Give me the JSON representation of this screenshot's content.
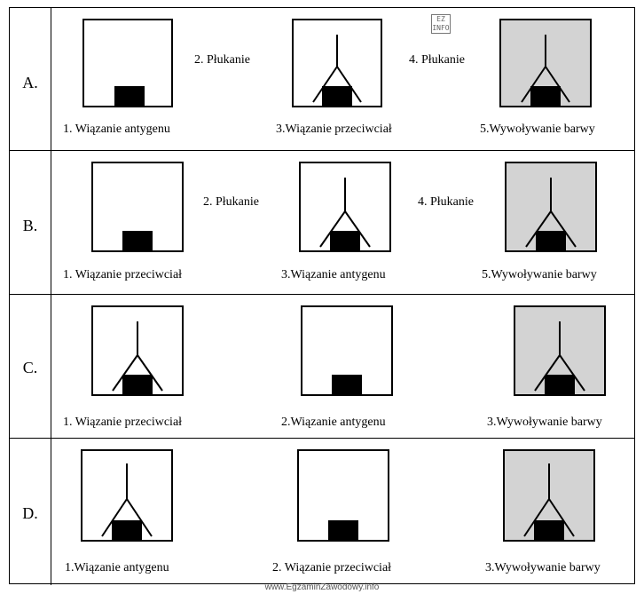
{
  "rows": [
    {
      "letter": "A.",
      "captions": [
        "1.  Wiązanie antygenu",
        "3.Wiązanie przeciwciał",
        "5.Wywoływanie barwy"
      ],
      "washes": [
        "2. Płukanie",
        "4. Płukanie"
      ]
    },
    {
      "letter": "B.",
      "captions": [
        "1.  Wiązanie przeciwciał",
        "3.Wiązanie antygenu",
        "5.Wywoływanie barwy"
      ],
      "washes": [
        "2. Płukanie",
        "4. Płukanie"
      ]
    },
    {
      "letter": "C.",
      "captions": [
        "1.  Wiązanie przeciwciał",
        "2.Wiązanie antygenu",
        "3.Wywoływanie barwy"
      ],
      "washes": []
    },
    {
      "letter": "D.",
      "captions": [
        "1.Wiązanie antygenu",
        "2. Wiązanie przeciwciał",
        "3.Wywoływanie barwy"
      ],
      "washes": []
    }
  ],
  "logo": "EZ INFO",
  "footer": "www.EgzaminZawodowy.info",
  "colors": {
    "developed_fill": "#d3d3d3",
    "line": "#000000"
  }
}
